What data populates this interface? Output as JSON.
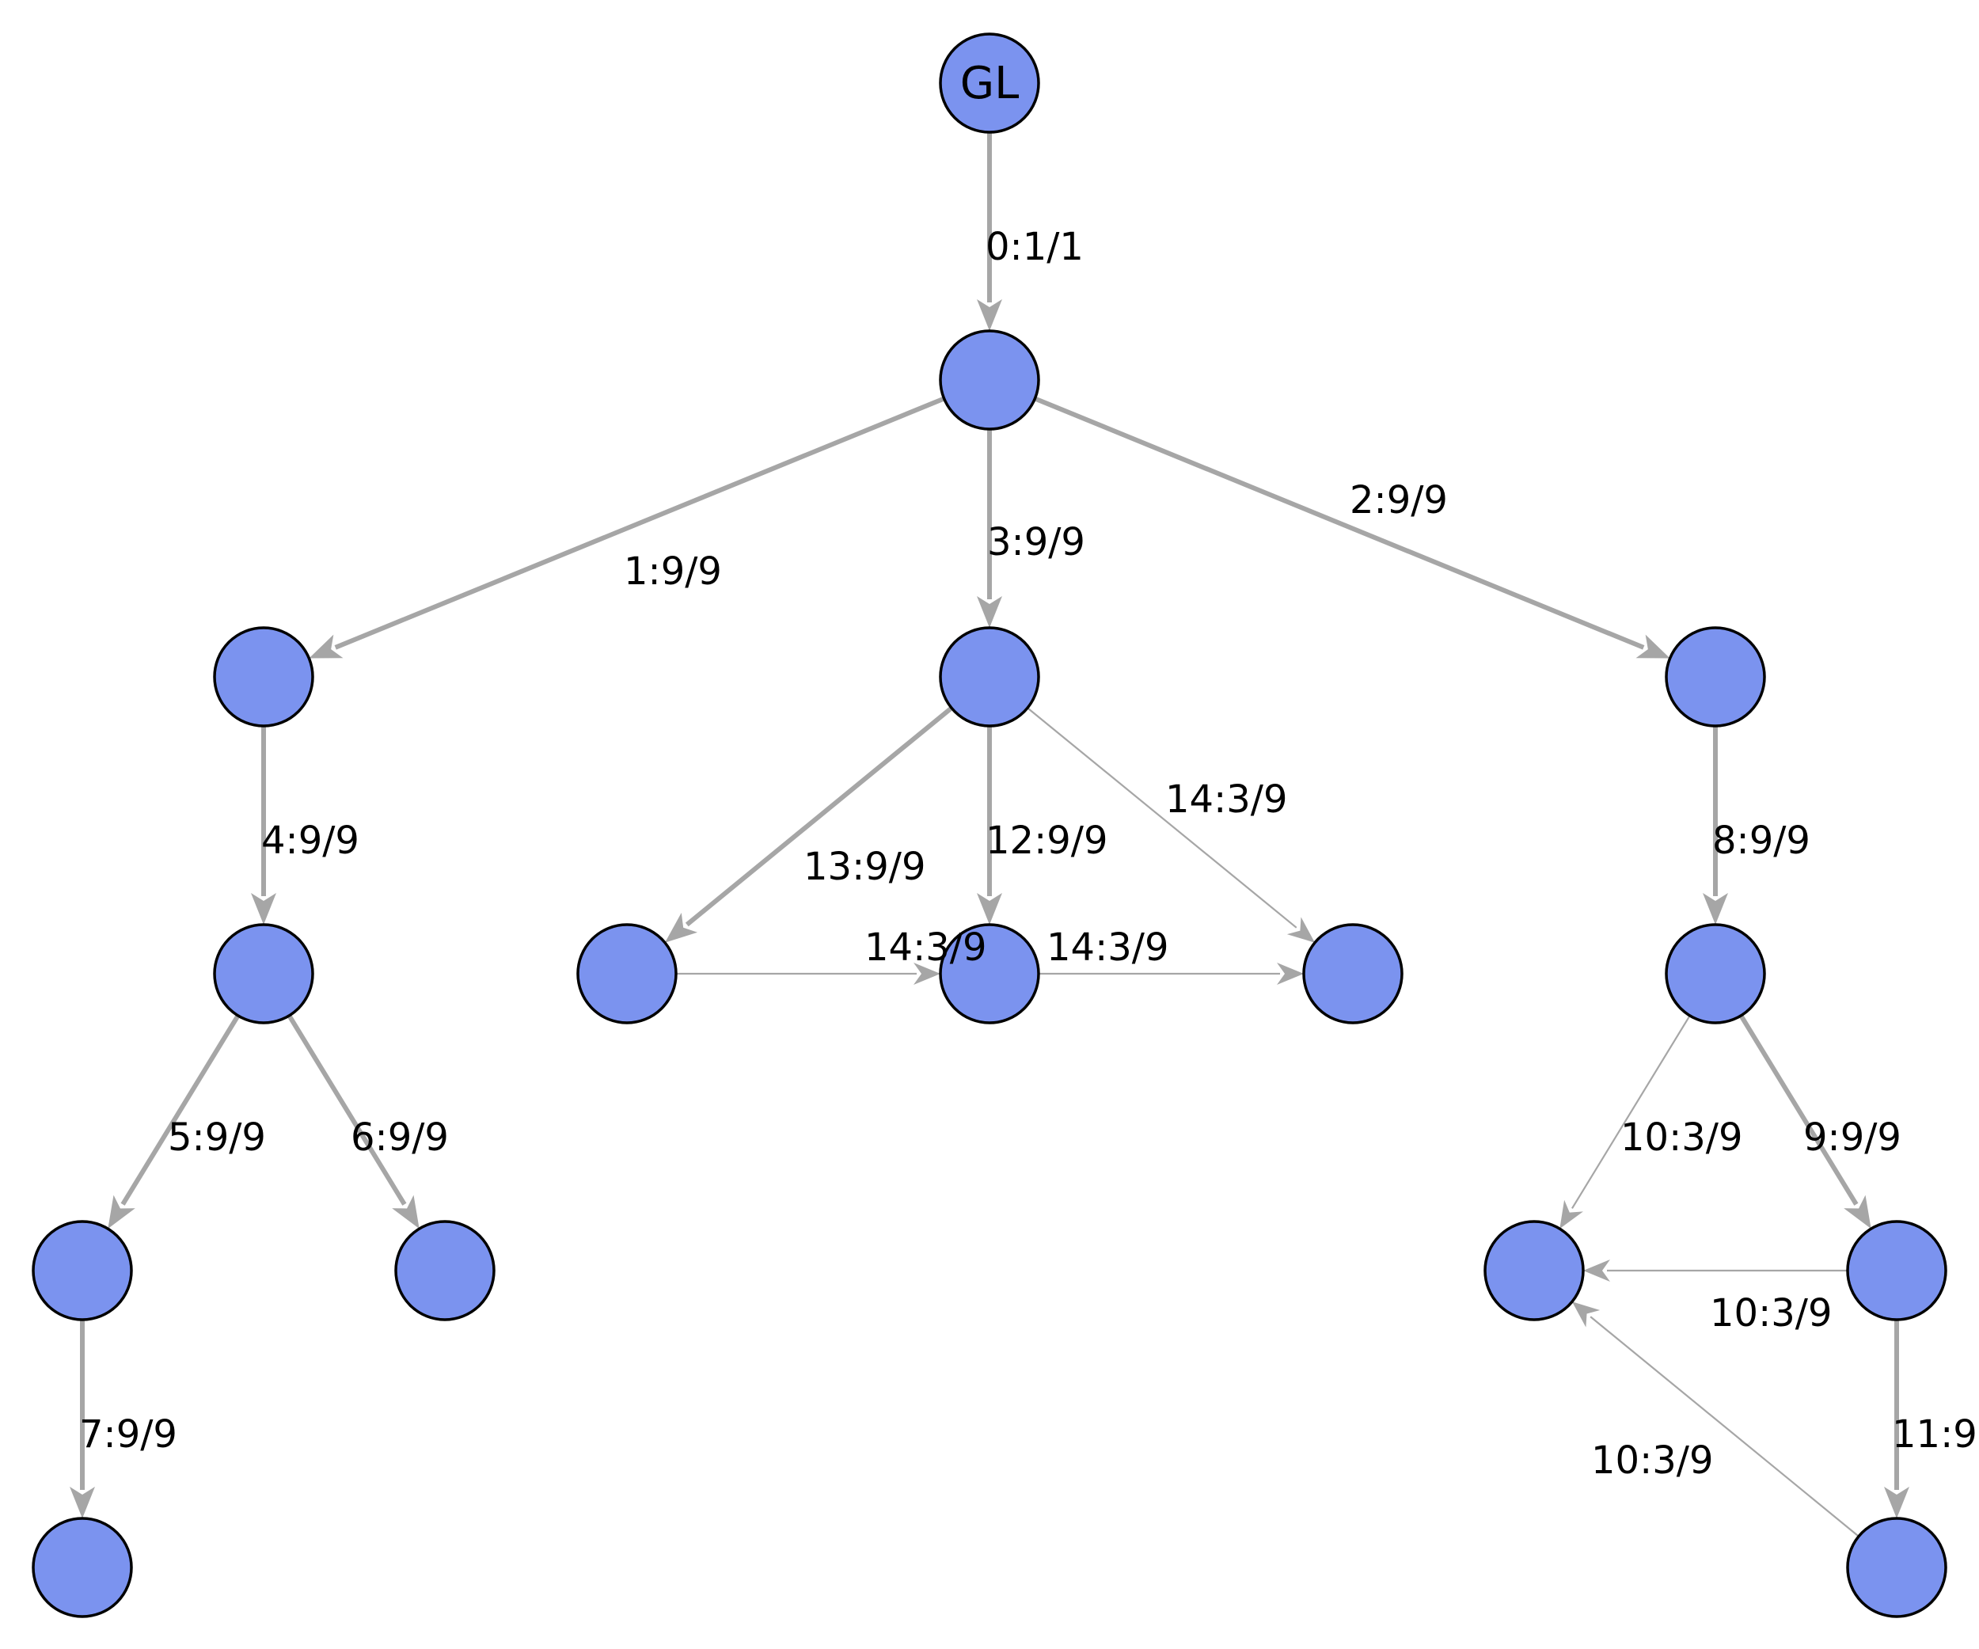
{
  "diagram": {
    "colors": {
      "node_fill": "#7b93ef",
      "node_stroke": "#000000",
      "edge": "#a6a6a6",
      "label": "#000000"
    },
    "nodes": [
      {
        "id": "n0",
        "label": "GL"
      },
      {
        "id": "n1",
        "label": ""
      },
      {
        "id": "n2",
        "label": ""
      },
      {
        "id": "n3",
        "label": ""
      },
      {
        "id": "n4",
        "label": ""
      },
      {
        "id": "n5",
        "label": ""
      },
      {
        "id": "n6",
        "label": ""
      },
      {
        "id": "n7",
        "label": ""
      },
      {
        "id": "n8",
        "label": ""
      },
      {
        "id": "n9",
        "label": ""
      },
      {
        "id": "n10",
        "label": ""
      },
      {
        "id": "n11",
        "label": ""
      },
      {
        "id": "n12",
        "label": ""
      },
      {
        "id": "n13",
        "label": ""
      },
      {
        "id": "n14",
        "label": ""
      },
      {
        "id": "n15",
        "label": ""
      }
    ],
    "edges": [
      {
        "from": "n0",
        "to": "n1",
        "label": "0:1/1",
        "weight": "strong"
      },
      {
        "from": "n1",
        "to": "n2",
        "label": "1:9/9",
        "weight": "strong"
      },
      {
        "from": "n1",
        "to": "n3",
        "label": "3:9/9",
        "weight": "strong"
      },
      {
        "from": "n1",
        "to": "n4",
        "label": "2:9/9",
        "weight": "strong"
      },
      {
        "from": "n2",
        "to": "n5",
        "label": "4:9/9",
        "weight": "strong"
      },
      {
        "from": "n3",
        "to": "n6",
        "label": "13:9/9",
        "weight": "strong"
      },
      {
        "from": "n3",
        "to": "n7",
        "label": "12:9/9",
        "weight": "strong"
      },
      {
        "from": "n3",
        "to": "n8",
        "label": "14:3/9",
        "weight": "weak"
      },
      {
        "from": "n6",
        "to": "n7",
        "label": "14:3/9",
        "weight": "weak"
      },
      {
        "from": "n7",
        "to": "n8",
        "label": "14:3/9",
        "weight": "weak"
      },
      {
        "from": "n4",
        "to": "n9",
        "label": "8:9/9",
        "weight": "strong"
      },
      {
        "from": "n5",
        "to": "n10",
        "label": "5:9/9",
        "weight": "strong"
      },
      {
        "from": "n5",
        "to": "n11",
        "label": "6:9/9",
        "weight": "strong"
      },
      {
        "from": "n10",
        "to": "n14",
        "label": "7:9/9",
        "weight": "strong"
      },
      {
        "from": "n9",
        "to": "n12",
        "label": "10:3/9",
        "weight": "weak"
      },
      {
        "from": "n9",
        "to": "n13",
        "label": "9:9/9",
        "weight": "strong"
      },
      {
        "from": "n13",
        "to": "n12",
        "label": "10:3/9",
        "weight": "weak"
      },
      {
        "from": "n13",
        "to": "n15",
        "label": "11:9",
        "weight": "strong"
      },
      {
        "from": "n15",
        "to": "n12",
        "label": "10:3/9",
        "weight": "weak"
      }
    ]
  }
}
